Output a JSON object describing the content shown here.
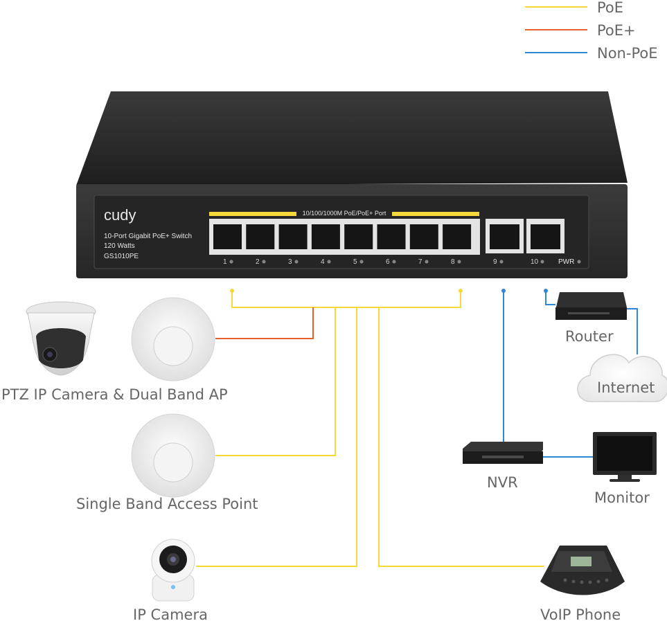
{
  "legend": [
    {
      "label": "PoE",
      "color": "#f5d83a"
    },
    {
      "label": "PoE+",
      "color": "#e8602c"
    },
    {
      "label": "Non-PoE",
      "color": "#2f86d6"
    }
  ],
  "switch": {
    "brand": "cudy",
    "model_name": "10-Port Gigabit PoE+ Switch",
    "power": "120 Watts",
    "model_code": "GS1010PE",
    "poe_band_label": "10/100/1000M PoE/PoE+ Port",
    "port_numbers": [
      "1",
      "2",
      "3",
      "4",
      "5",
      "6",
      "7",
      "8",
      "9",
      "10"
    ],
    "pwr_label": "PWR"
  },
  "devices": {
    "ptz_label": "PTZ IP Camera & Dual Band AP",
    "single_ap_label": "Single Band Access Point",
    "ip_camera_label": "IP Camera",
    "voip_label": "VoIP Phone",
    "nvr_label": "NVR",
    "monitor_label": "Monitor",
    "router_label": "Router",
    "internet_label": "Internet"
  },
  "colors": {
    "poe": "#f5d83a",
    "poe_plus": "#e8602c",
    "non_poe": "#2f86d6",
    "label_text": "#666666",
    "switch_body": "#2b2b2b"
  }
}
